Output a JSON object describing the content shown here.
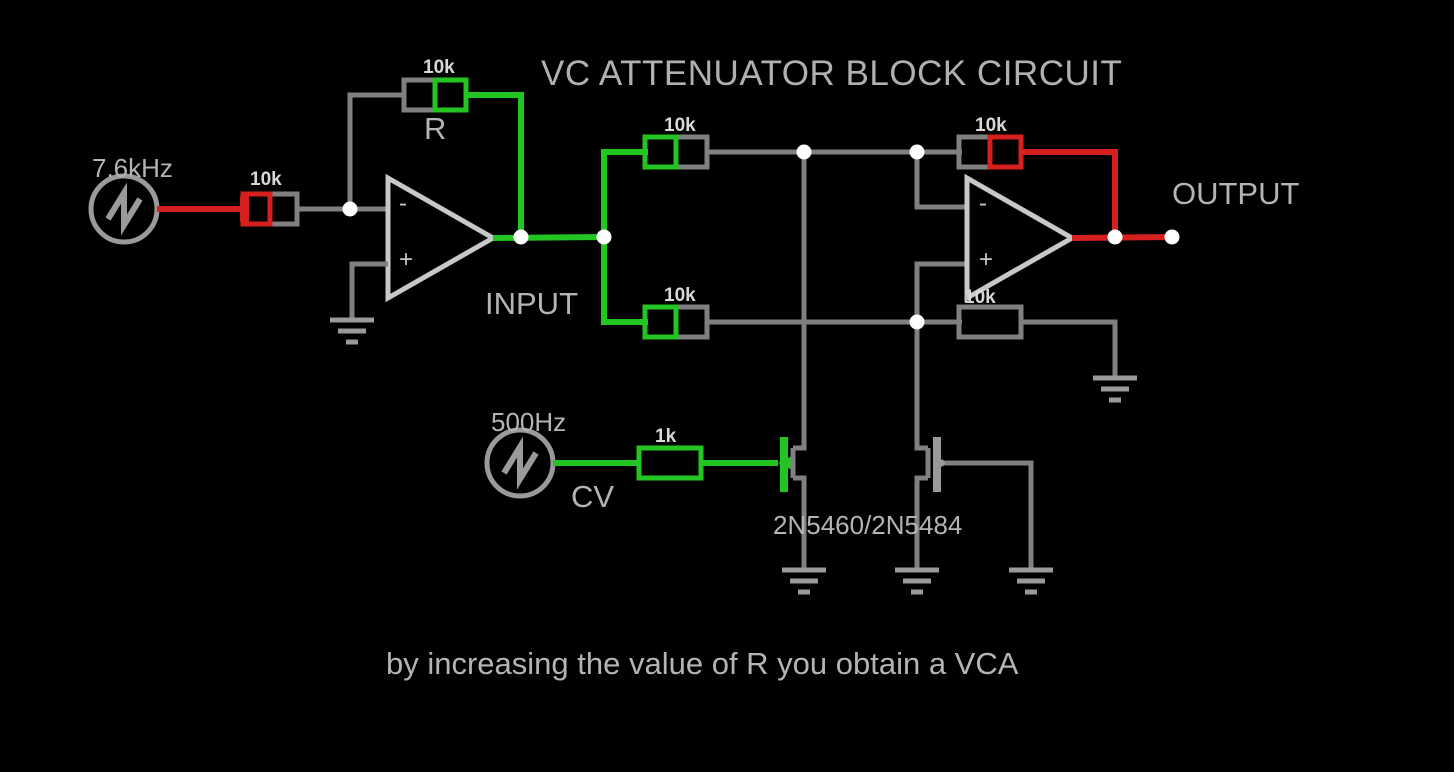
{
  "diagram": {
    "title": "VC ATTENUATOR BLOCK CIRCUIT",
    "caption": "by increasing the value of R you obtain a VCA",
    "background_color": "#000000",
    "net_colors": {
      "signal_red": "#d62020",
      "signal_green": "#22c522",
      "wire_gray": "#808080",
      "symbol_gray": "#9a9a9a",
      "node_white": "#ffffff",
      "text_gray": "#b4b4b4"
    }
  },
  "sources": [
    {
      "id": "source-input",
      "label": "7.6kHz",
      "symbol": "ac-source-icon",
      "wire_color": "#d62020"
    },
    {
      "id": "source-cv",
      "label": "500Hz",
      "name": "CV",
      "symbol": "ac-source-icon",
      "wire_color": "#22c522"
    }
  ],
  "resistors": [
    {
      "id": "r-input",
      "value": "10k",
      "name": "",
      "left_color": "#d62020",
      "right_color": "#808080"
    },
    {
      "id": "r-feedback",
      "value": "10k",
      "name": "R",
      "left_color": "#808080",
      "right_color": "#22c522"
    },
    {
      "id": "r-upper-in",
      "value": "10k",
      "name": "",
      "left_color": "#22c522",
      "right_color": "#808080"
    },
    {
      "id": "r-lower-in",
      "value": "10k",
      "name": "",
      "left_color": "#22c522",
      "right_color": "#808080"
    },
    {
      "id": "r-out-fb",
      "value": "10k",
      "name": "",
      "left_color": "#808080",
      "right_color": "#d62020"
    },
    {
      "id": "r-out-gnd",
      "value": "10k",
      "name": "",
      "left_color": "#808080",
      "right_color": "#808080"
    },
    {
      "id": "r-cv",
      "value": "1k",
      "name": "",
      "left_color": "#22c522",
      "right_color": "#22c522"
    }
  ],
  "opamps": [
    {
      "id": "opamp-input",
      "minus": "-",
      "plus": "+"
    },
    {
      "id": "opamp-output",
      "minus": "-",
      "plus": "+"
    }
  ],
  "transistors": [
    {
      "id": "jfet-left",
      "part": "2N5460/2N5484",
      "gate_color": "#22c522"
    },
    {
      "id": "jfet-right",
      "part": "",
      "gate_color": "#9a9a9a"
    }
  ],
  "net_labels": [
    {
      "id": "label-input",
      "text": "INPUT"
    },
    {
      "id": "label-output",
      "text": "OUTPUT"
    }
  ],
  "values": {
    "r_input": "10k",
    "r_feedback": "10k",
    "r_feedback_name": "R",
    "r_upper": "10k",
    "r_lower": "10k",
    "r_out_fb": "10k",
    "r_out_gnd": "10k",
    "r_cv": "1k",
    "freq_input": "7.6kHz",
    "freq_cv": "500Hz",
    "cv_name": "CV",
    "jfet_part": "2N5460/2N5484",
    "input_label": "INPUT",
    "output_label": "OUTPUT"
  }
}
